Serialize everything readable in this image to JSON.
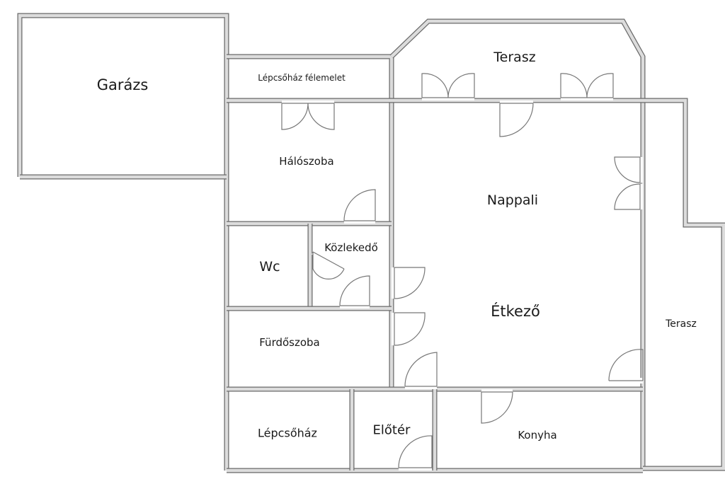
{
  "rooms": {
    "garage": "Garázs",
    "stair_half": "Lépcsőház félemelet",
    "terrace_top": "Terasz",
    "bedroom": "Hálószoba",
    "living": "Nappali",
    "wc": "Wc",
    "corridor": "Közlekedő",
    "dining": "Étkező",
    "terrace_right": "Terasz",
    "bathroom": "Fürdőszoba",
    "stairs": "Lépcsőház",
    "hall": "Előtér",
    "kitchen": "Konyha"
  }
}
